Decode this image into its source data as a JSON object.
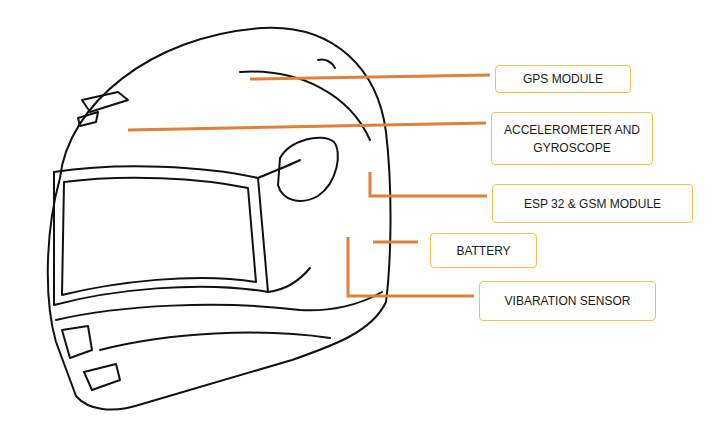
{
  "diagram": {
    "nodes": [
      {
        "text": [
          "GPS MODULE"
        ]
      },
      {
        "text": [
          "ACCELEROMETER AND GYROSCOPE"
        ]
      },
      {
        "text": [
          "ESP 32 & GSM MODULE"
        ]
      },
      {
        "text": [
          "BATTERY"
        ]
      },
      {
        "text": [
          "VIBARATION SENSOR"
        ]
      }
    ]
  }
}
